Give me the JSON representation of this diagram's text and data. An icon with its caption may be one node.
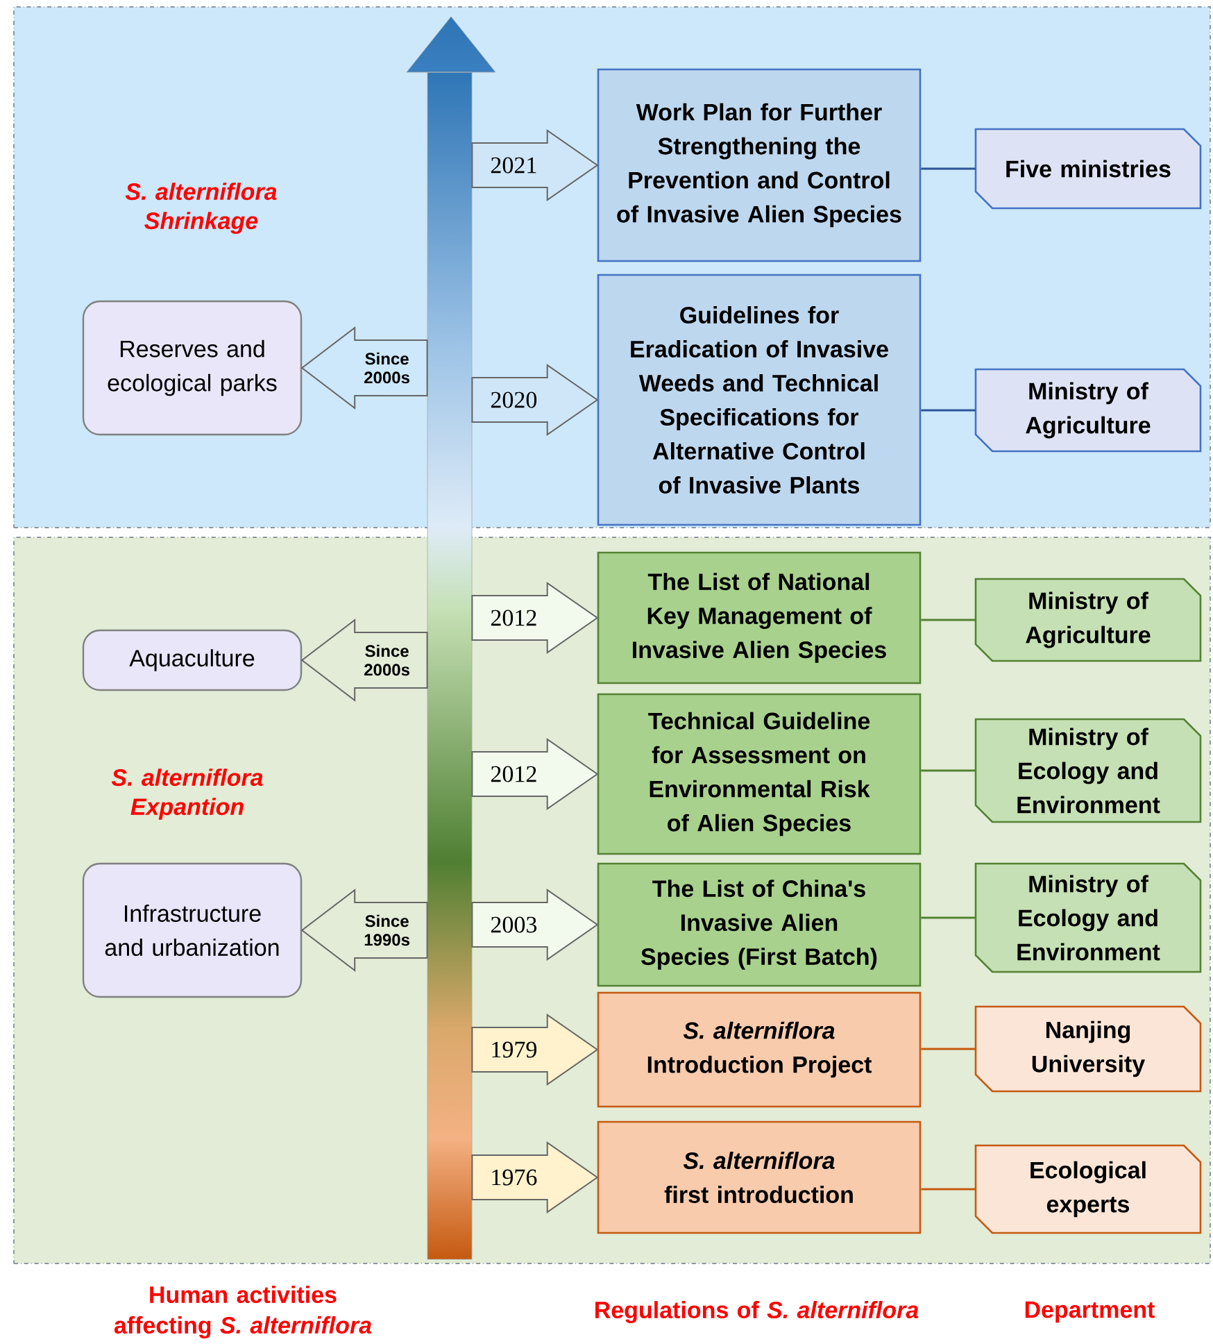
{
  "diagram": {
    "nodes": [
      {
        "text": [
          "S. alterniflora Shrinkage"
        ]
      },
      {
        "text": [],
        "shape": "arrow"
      },
      {
        "text": [
          "Work Plan for Further Strengthening the Prevention and Control of Invasive Alien Species"
        ],
        "in": 0
      },
      {
        "text": [
          "Five ministries"
        ],
        "in": 0
      },
      {
        "text": [
          "Reserves and ecological parks"
        ],
        "in": 0
      },
      {
        "text": [
          "Guidelines for Eradication of Invasive Weeds and Technical Specifications for Alternative Control of Invasive Plants"
        ],
        "in": 0
      },
      {
        "text": [
          "Ministry of Agriculture"
        ],
        "in": 0
      },
      {
        "text": [
          "S. alterniflora Expantion"
        ]
      },
      {
        "text": [
          "The List of National Key Management of Invasive Alien Species"
        ],
        "in": 7
      },
      {
        "text": [
          "Ministry of Agriculture"
        ],
        "in": 7
      },
      {
        "text": [
          "Aquaculture"
        ],
        "in": 7
      },
      {
        "text": [
          "Technical Guideline for Assessment on Environmental Risk of Alien Species"
        ],
        "in": 7
      },
      {
        "text": [
          "Ministry of Ecology and Environment"
        ],
        "in": 7
      },
      {
        "text": [
          "Infrastructure and urbanization"
        ],
        "in": 7
      },
      {
        "text": [
          "The List of China's Invasive Alien Species (First Batch)"
        ],
        "in": 7
      },
      {
        "text": [
          "Ministry of Ecology and Environment"
        ],
        "in": 7
      },
      {
        "text": [
          "*S. alterniflora* Introduction Project"
        ],
        "in": 7
      },
      {
        "text": [
          "Nanjing University"
        ],
        "in": 7
      },
      {
        "text": [
          "*S. alterniflora* first introduction"
        ],
        "in": 7
      },
      {
        "text": [
          "Ecological experts"
        ],
        "in": 7
      }
    ],
    "edges": [
      {
        "from": 1,
        "to": 2,
        "arrow": "to",
        "label": "2021",
        "color": "#cfe6f8"
      },
      {
        "from": 2,
        "to": 3,
        "arrow": "none",
        "color": "#2f5597"
      },
      {
        "from": 1,
        "to": 4,
        "arrow": "to",
        "label": "Since 2000s",
        "color": "#cce8fa"
      },
      {
        "from": 1,
        "to": 5,
        "arrow": "to",
        "label": "2020",
        "color": "#cfe6f8"
      },
      {
        "from": 5,
        "to": 6,
        "arrow": "none",
        "color": "#2f5597"
      },
      {
        "from": 1,
        "to": 8,
        "arrow": "to",
        "label": "2012",
        "color": "#f2faee"
      },
      {
        "from": 8,
        "to": 9,
        "arrow": "none",
        "color": "#548235"
      },
      {
        "from": 1,
        "to": 10,
        "arrow": "to",
        "label": "Since 2000s",
        "color": "#e2ecd6"
      },
      {
        "from": 1,
        "to": 11,
        "arrow": "to",
        "label": "2012",
        "color": "#f2faee"
      },
      {
        "from": 11,
        "to": 12,
        "arrow": "none",
        "color": "#548235"
      },
      {
        "from": 1,
        "to": 13,
        "arrow": "to",
        "label": "Since 1990s",
        "color": "#e2ecd6"
      },
      {
        "from": 1,
        "to": 14,
        "arrow": "to",
        "label": "2003",
        "color": "#f2faee"
      },
      {
        "from": 14,
        "to": 15,
        "arrow": "none",
        "color": "#548235"
      },
      {
        "from": 1,
        "to": 16,
        "arrow": "to",
        "label": "1979",
        "color": "#fff2cc"
      },
      {
        "from": 16,
        "to": 17,
        "arrow": "none",
        "color": "#c55a11"
      },
      {
        "from": 1,
        "to": 18,
        "arrow": "to",
        "label": "1976",
        "color": "#fff2cc"
      },
      {
        "from": 18,
        "to": 19,
        "arrow": "none",
        "color": "#c55a11"
      }
    ],
    "labels": [
      "Human activities affecting *S. alterniflora*",
      "Regulations of *S. alterniflora*",
      "Department"
    ]
  }
}
